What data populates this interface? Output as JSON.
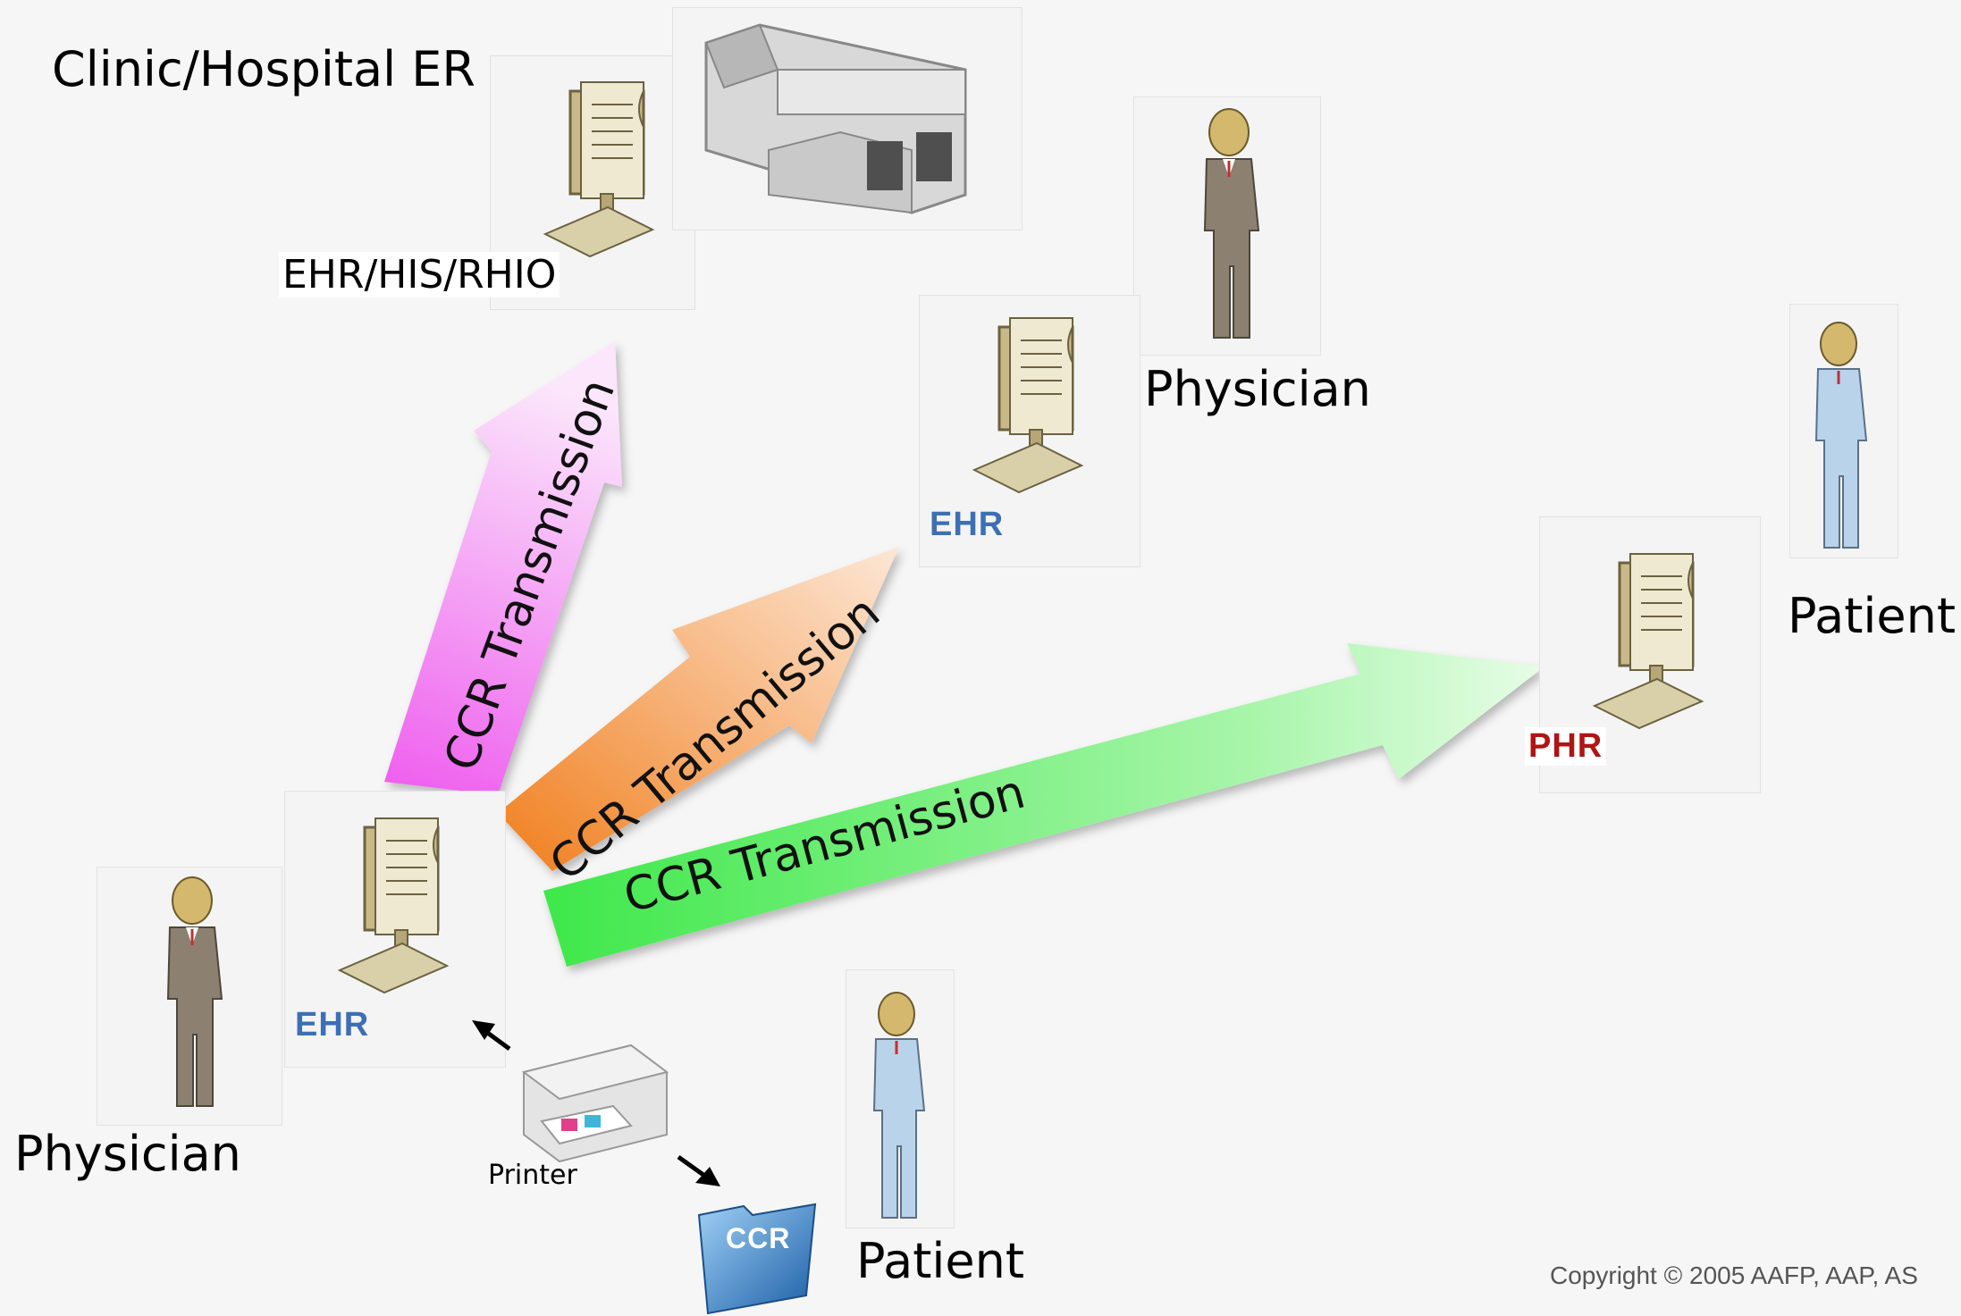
{
  "labels": {
    "clinic": "Clinic/Hospital ER",
    "ehr_his_rhio": "EHR/HIS/RHIO",
    "physician_top": "Physician",
    "patient_right": "Patient",
    "physician_left": "Physician",
    "patient_bottom": "Patient",
    "printer": "Printer"
  },
  "badges": {
    "ehr_mid": "EHR",
    "ehr_left": "EHR",
    "phr": "PHR",
    "ccr_folder": "CCR"
  },
  "arrows": {
    "to_his": "CCR Transmission",
    "to_physician": "CCR Transmission",
    "to_patient": "CCR Transmission"
  },
  "copyright": "Copyright © 2005 AAFP, AAP, AS",
  "colors": {
    "arrow_pink": "#f27af0",
    "arrow_orange": "#f7963a",
    "arrow_green": "#38e83c",
    "ehr_badge": "#3d6fb5",
    "phr_badge": "#b01414",
    "physician_suit": "#8c8170",
    "patient_gown": "#b9d3ea"
  }
}
